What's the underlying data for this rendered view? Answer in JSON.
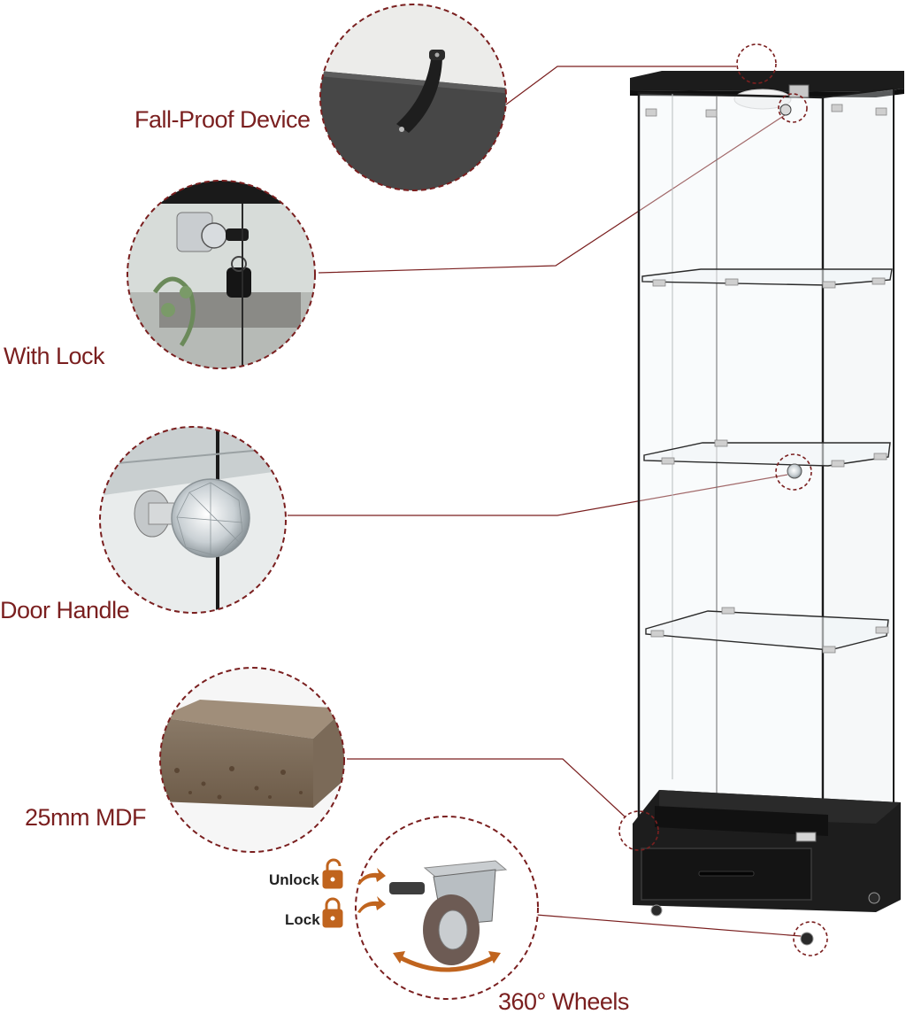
{
  "callouts": [
    {
      "id": "fall-proof",
      "label": "Fall-Proof Device"
    },
    {
      "id": "lock",
      "label": "With Lock"
    },
    {
      "id": "door-handle",
      "label": "Door Handle"
    },
    {
      "id": "mdf",
      "label": "25mm MDF"
    },
    {
      "id": "wheels",
      "label": "360° Wheels"
    }
  ],
  "wheel_states": {
    "unlock": "Unlock",
    "lock": "Lock"
  },
  "colors": {
    "accent": "#7a1f1f",
    "cabinet": "#1a1a1a",
    "lock_icon": "#c0641e"
  }
}
